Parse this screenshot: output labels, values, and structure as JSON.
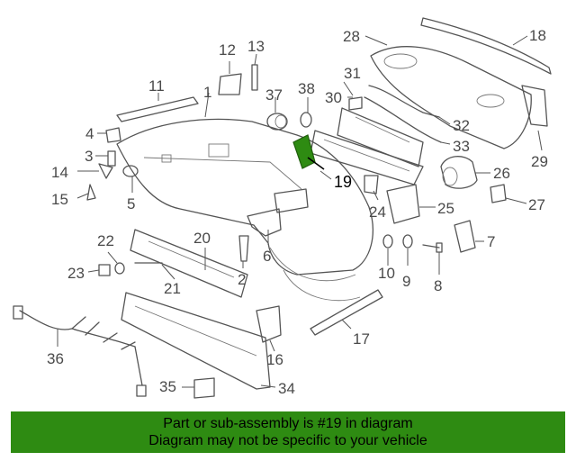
{
  "callouts": {
    "c1": "1",
    "c2": "2",
    "c3": "3",
    "c4": "4",
    "c5": "5",
    "c6": "6",
    "c7": "7",
    "c8": "8",
    "c9": "9",
    "c10": "10",
    "c11": "11",
    "c12": "12",
    "c13": "13",
    "c14": "14",
    "c15": "15",
    "c16": "16",
    "c17": "17",
    "c18": "18",
    "c19": "19",
    "c20": "20",
    "c21": "21",
    "c22": "22",
    "c23": "23",
    "c24": "24",
    "c25": "25",
    "c26": "26",
    "c27": "27",
    "c28": "28",
    "c29": "29",
    "c30": "30",
    "c31": "31",
    "c32": "32",
    "c33": "33",
    "c34": "34",
    "c35": "35",
    "c36": "36",
    "c37": "37",
    "c38": "38"
  },
  "highlight": {
    "part_number": "19",
    "color": "#2e8b12"
  },
  "banner": {
    "line1": "Part or sub-assembly is #19 in diagram",
    "line2": "Diagram may not be specific to your vehicle",
    "background": "#2e8b12"
  }
}
